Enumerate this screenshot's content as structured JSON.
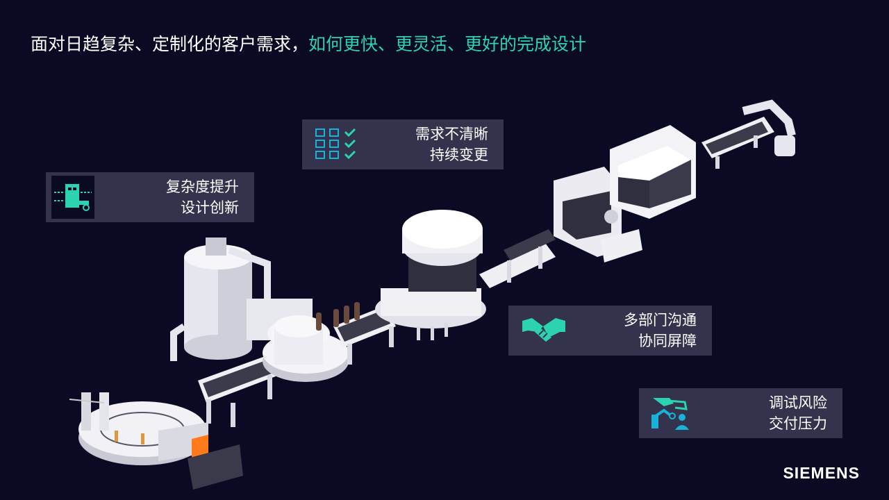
{
  "headline": {
    "part1": "面对日趋复杂、定制化的客户需求，",
    "part2": "如何更快、更灵活、更好的完成设计"
  },
  "callouts": {
    "complexity": {
      "line1": "复杂度提升",
      "line2": "设计创新",
      "icon": "machine-conveyor-icon"
    },
    "requirements": {
      "line1": "需求不清晰",
      "line2": "持续变更",
      "icon": "checklist-icon"
    },
    "collaboration": {
      "line1": "多部门沟通",
      "line2": "协同屏障",
      "icon": "handshake-icon"
    },
    "commissioning": {
      "line1": "调试风险",
      "line2": "交付压力",
      "icon": "robot-arm-operator-icon"
    }
  },
  "colors": {
    "background": "#0b0a24",
    "accent": "#2bd3b1",
    "callout_bg": "#33334d",
    "icon_cyan": "#19b3d9"
  },
  "logo": "SIEMENS"
}
